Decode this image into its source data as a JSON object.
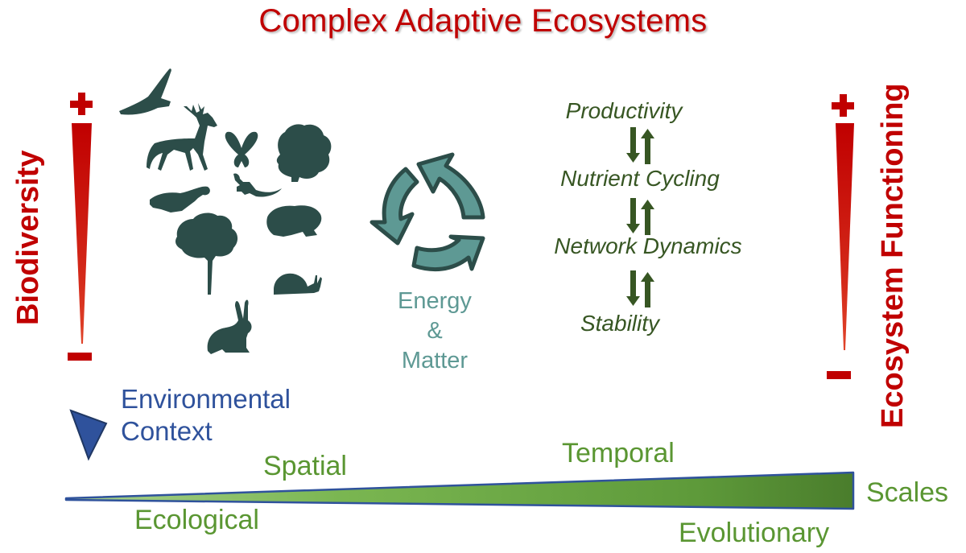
{
  "title": "Complex  Adaptive Ecosystems",
  "left_axis": {
    "label": "Biodiversity",
    "plus_symbol": "+",
    "minus_symbol": "-"
  },
  "right_axis": {
    "label": "Ecosystem Functioning",
    "plus_symbol": "+",
    "minus_symbol": "-"
  },
  "organisms": [
    "eagle",
    "deer",
    "butterfly",
    "shrub",
    "lizard",
    "scorpion",
    "toad",
    "tree",
    "snail",
    "rabbit"
  ],
  "cycle": {
    "icon": "cycle-arrows-icon",
    "label_line1": "Energy",
    "label_line2": "&",
    "label_line3": "Matter"
  },
  "functions": {
    "items": [
      "Productivity",
      "Nutrient Cycling",
      "Network Dynamics",
      "Stability"
    ],
    "connector": "bidirectional-arrows"
  },
  "environment": {
    "label_line1": "Environmental",
    "label_line2": "Context",
    "icon": "triangle-down-icon"
  },
  "scales": {
    "label": "Scales",
    "above_left": "Spatial",
    "above_right": "Temporal",
    "below_left": "Ecological",
    "below_right": "Evolutionary"
  },
  "colors": {
    "red": "#c00000",
    "dark_green_text": "#375623",
    "teal": "#5e9994",
    "silhouette": "#2c4d49",
    "blue": "#2f529c",
    "scale_green": "#5a9632"
  }
}
